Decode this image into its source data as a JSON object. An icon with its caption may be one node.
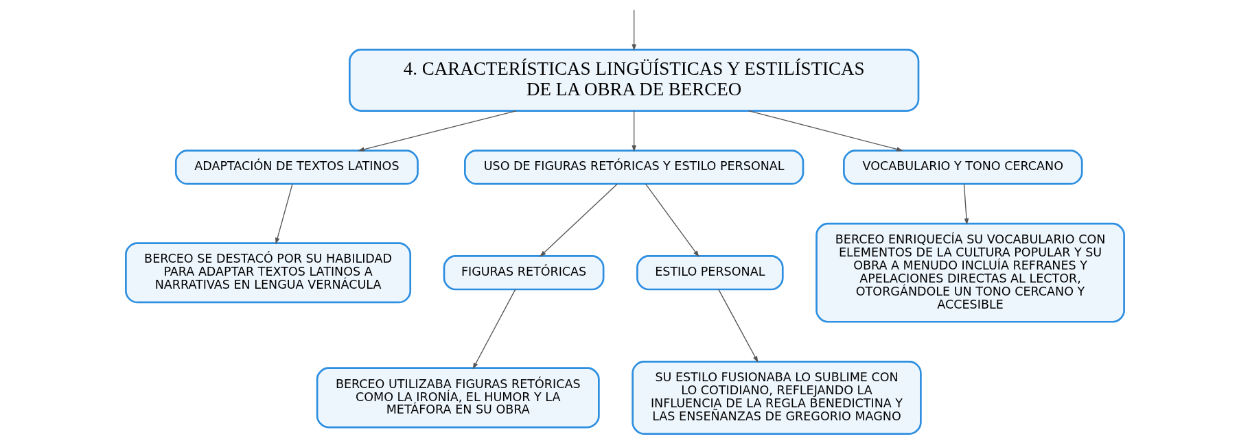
{
  "diagram": {
    "nodes": [
      {
        "text": [
          "4. CARACTERÍSTICAS LINGÜÍSTICAS Y ESTILÍSTICAS DE LA OBRA DE BERCEO"
        ]
      },
      {
        "text": [
          "ADAPTACIÓN DE TEXTOS LATINOS"
        ]
      },
      {
        "text": [
          "USO DE FIGURAS RETÓRICAS Y ESTILO PERSONAL"
        ]
      },
      {
        "text": [
          "VOCABULARIO Y TONO CERCANO"
        ]
      },
      {
        "text": [
          "BERCEO SE DESTACÓ POR SU HABILIDAD PARA ADAPTAR TEXTOS LATINOS A NARRATIVAS EN LENGUA VERNÁCULA"
        ]
      },
      {
        "text": [
          "FIGURAS RETÓRICAS"
        ]
      },
      {
        "text": [
          "ESTILO PERSONAL"
        ]
      },
      {
        "text": [
          "BERCEO ENRIQUECÍA SU VOCABULARIO CON ELEMENTOS DE LA CULTURA POPULAR Y SU OBRA A MENUDO INCLUÍA REFRANES Y APELACIONES DIRECTAS AL LECTOR, OTORGÁNDOLE UN TONO CERCANO Y ACCESIBLE"
        ]
      },
      {
        "text": [
          "BERCEO UTILIZABA FIGURAS RETÓRICAS COMO LA IRONÍA, EL HUMOR Y LA METÁFORA EN SU OBRA"
        ]
      },
      {
        "text": [
          "SU ESTILO FUSIONABA LO SUBLIME CON LO COTIDIANO, REFLEJANDO LA INFLUENCIA DE LA REGLA BENEDICTINA Y LAS ENSEÑANZAS DE GREGORIO MAGNO"
        ]
      }
    ],
    "edges": [
      {
        "from": null,
        "to": 0,
        "arrow": "to"
      },
      {
        "from": 0,
        "to": 1,
        "arrow": "to"
      },
      {
        "from": 0,
        "to": 2,
        "arrow": "to"
      },
      {
        "from": 0,
        "to": 3,
        "arrow": "to"
      },
      {
        "from": 1,
        "to": 4,
        "arrow": "to"
      },
      {
        "from": 2,
        "to": 5,
        "arrow": "to"
      },
      {
        "from": 2,
        "to": 6,
        "arrow": "to"
      },
      {
        "from": 3,
        "to": 7,
        "arrow": "to"
      },
      {
        "from": 5,
        "to": 8,
        "arrow": "to"
      },
      {
        "from": 6,
        "to": 9,
        "arrow": "to"
      }
    ]
  }
}
